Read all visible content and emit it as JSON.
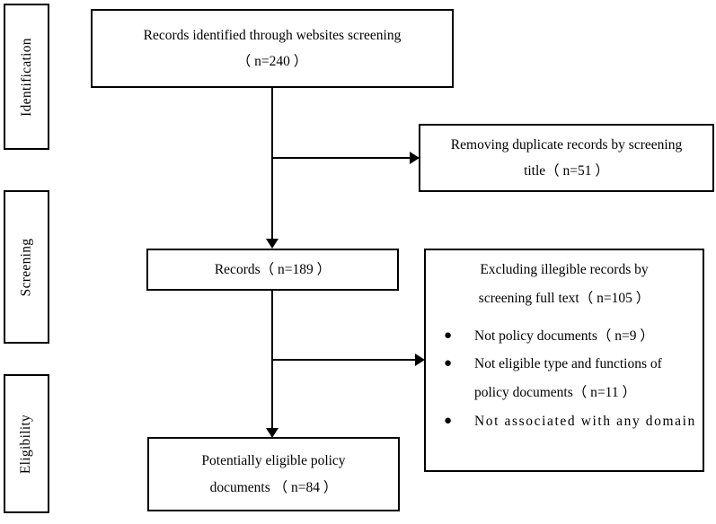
{
  "diagram": {
    "title": "PRISMA policy document screening flow diagram",
    "stages": [
      {
        "label": "Identification"
      },
      {
        "label": "Screening"
      },
      {
        "label": "Eligibility"
      }
    ],
    "boxes": {
      "identified": {
        "line1": "Records identified through websites screening",
        "line2": "（ n=240 ）"
      },
      "duplicates_removed": {
        "line1": "Removing duplicate records by screening",
        "line2": "title（ n=51 ）"
      },
      "records": {
        "line1": "Records（ n=189 ）"
      },
      "eligible_documents": {
        "line1": "Potentially eligible policy",
        "line2": "documents （ n=84 ）"
      },
      "exclusions": {
        "head_line1": "Excluding illegible records by",
        "head_line2": "screening full text（ n=105 ）",
        "bullet_marker": "●",
        "items": [
          {
            "lines": [
              "Not policy documents（ n=9 ）"
            ]
          },
          {
            "lines": [
              "Not eligible type and functions of",
              "policy documents（ n=11 ）"
            ]
          },
          {
            "lines": [
              "Not  associated  with  any  domain"
            ]
          }
        ]
      }
    },
    "colors": {
      "stroke": "#000000",
      "fill": "#ffffff",
      "text": "#000000"
    }
  }
}
